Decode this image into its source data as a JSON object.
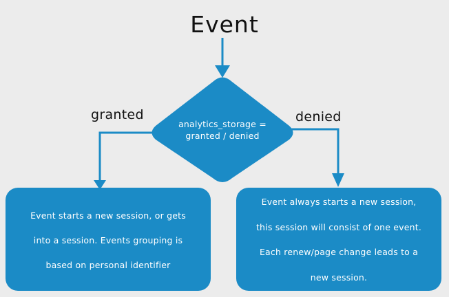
{
  "diagram": {
    "title": "Event",
    "decision": {
      "line1": "analytics_storage =",
      "line2": "granted / denied"
    },
    "branches": {
      "left_label": "granted",
      "right_label": "denied"
    },
    "left_box": {
      "lines": [
        "Event starts a new session, or gets",
        "into a session. Events grouping is",
        "based on personal identifier"
      ]
    },
    "right_box": {
      "lines": [
        "Event always starts a new session,",
        "this session will consist of one event.",
        "Each renew/page change leads to a",
        "new session."
      ]
    }
  },
  "colors": {
    "background": "#ececec",
    "node_fill": "#1b8bc6",
    "connector": "#1b8bc6",
    "text_dark": "#111111",
    "text_light": "#ffffff"
  }
}
